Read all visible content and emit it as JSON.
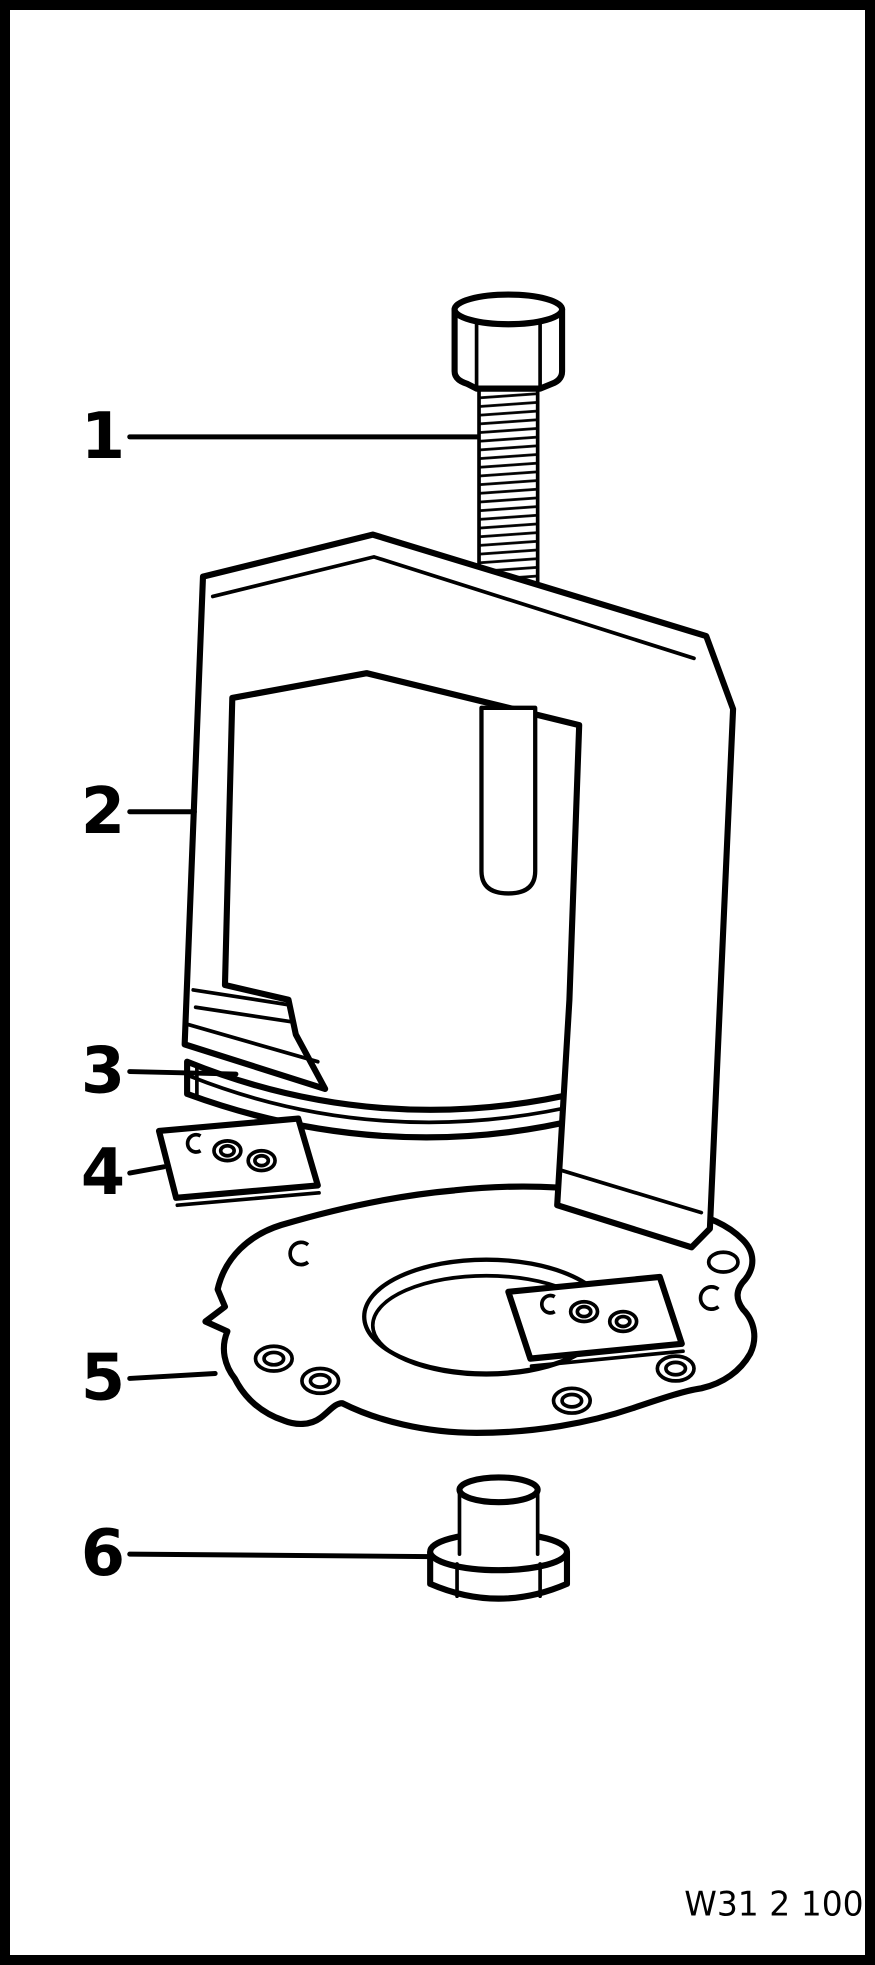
{
  "figure": {
    "code": "W31 2 100",
    "callouts": [
      {
        "label": "1"
      },
      {
        "label": "2"
      },
      {
        "label": "3"
      },
      {
        "label": "4"
      },
      {
        "label": "5"
      },
      {
        "label": "6"
      }
    ]
  },
  "colors": {
    "ink": "#000000",
    "paper": "#ffffff"
  }
}
